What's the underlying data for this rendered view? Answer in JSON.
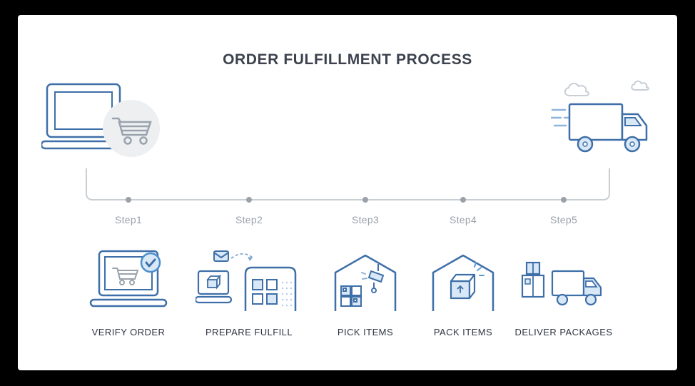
{
  "title": "ORDER FULFILLMENT PROCESS",
  "steps": [
    {
      "label": "Step1",
      "caption": "VERIFY ORDER",
      "icon": "verify-order-icon"
    },
    {
      "label": "Step2",
      "caption": "PREPARE FULFILL",
      "icon": "prepare-fulfill-icon"
    },
    {
      "label": "Step3",
      "caption": "PICK ITEMS",
      "icon": "pick-items-icon"
    },
    {
      "label": "Step4",
      "caption": "PACK ITEMS",
      "icon": "pack-items-icon"
    },
    {
      "label": "Step5",
      "caption": "DELIVER PACKAGES",
      "icon": "deliver-packages-icon"
    }
  ],
  "decorations": {
    "start_icon": "laptop-shopping-cart-icon",
    "end_icon": "delivery-truck-icon",
    "cloud_icon": "cloud-icon"
  },
  "colors": {
    "outline_blue": "#3f6fa8",
    "fill_light_blue": "#d9e8f6",
    "accent_blue": "#5b9bd5",
    "gray": "#9aa1a9",
    "timeline_gray": "#c9ced3",
    "circle_gray": "#edeff1",
    "title_text": "#3b424d",
    "caption_text": "#2e3540",
    "background": "#ffffff",
    "frame": "#000000"
  }
}
